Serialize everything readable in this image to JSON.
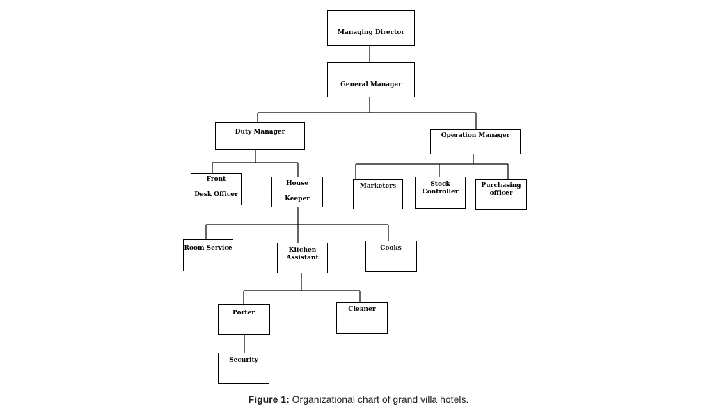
{
  "nodes": {
    "managing_director": "Managing Director",
    "general_manager": "General Manager",
    "duty_manager": "Duty Manager",
    "operation_manager": "Operation Manager",
    "front_desk_officer": [
      "Front",
      "Desk Officer"
    ],
    "house_keeper": [
      "House",
      "Keeper"
    ],
    "marketers": "Marketers",
    "stock_controller": [
      "Stock",
      "Controller"
    ],
    "purchasing_officer": [
      "Purchasing",
      "officer"
    ],
    "room_service": "Room Service",
    "kitchen_assistant": [
      "Kitchen",
      "Assistant"
    ],
    "cooks": "Cooks",
    "porter": "Porter",
    "cleaner": "Cleaner",
    "security": "Security"
  },
  "caption": {
    "label": "Figure 1:",
    "text": " Organizational chart of grand villa hotels."
  }
}
